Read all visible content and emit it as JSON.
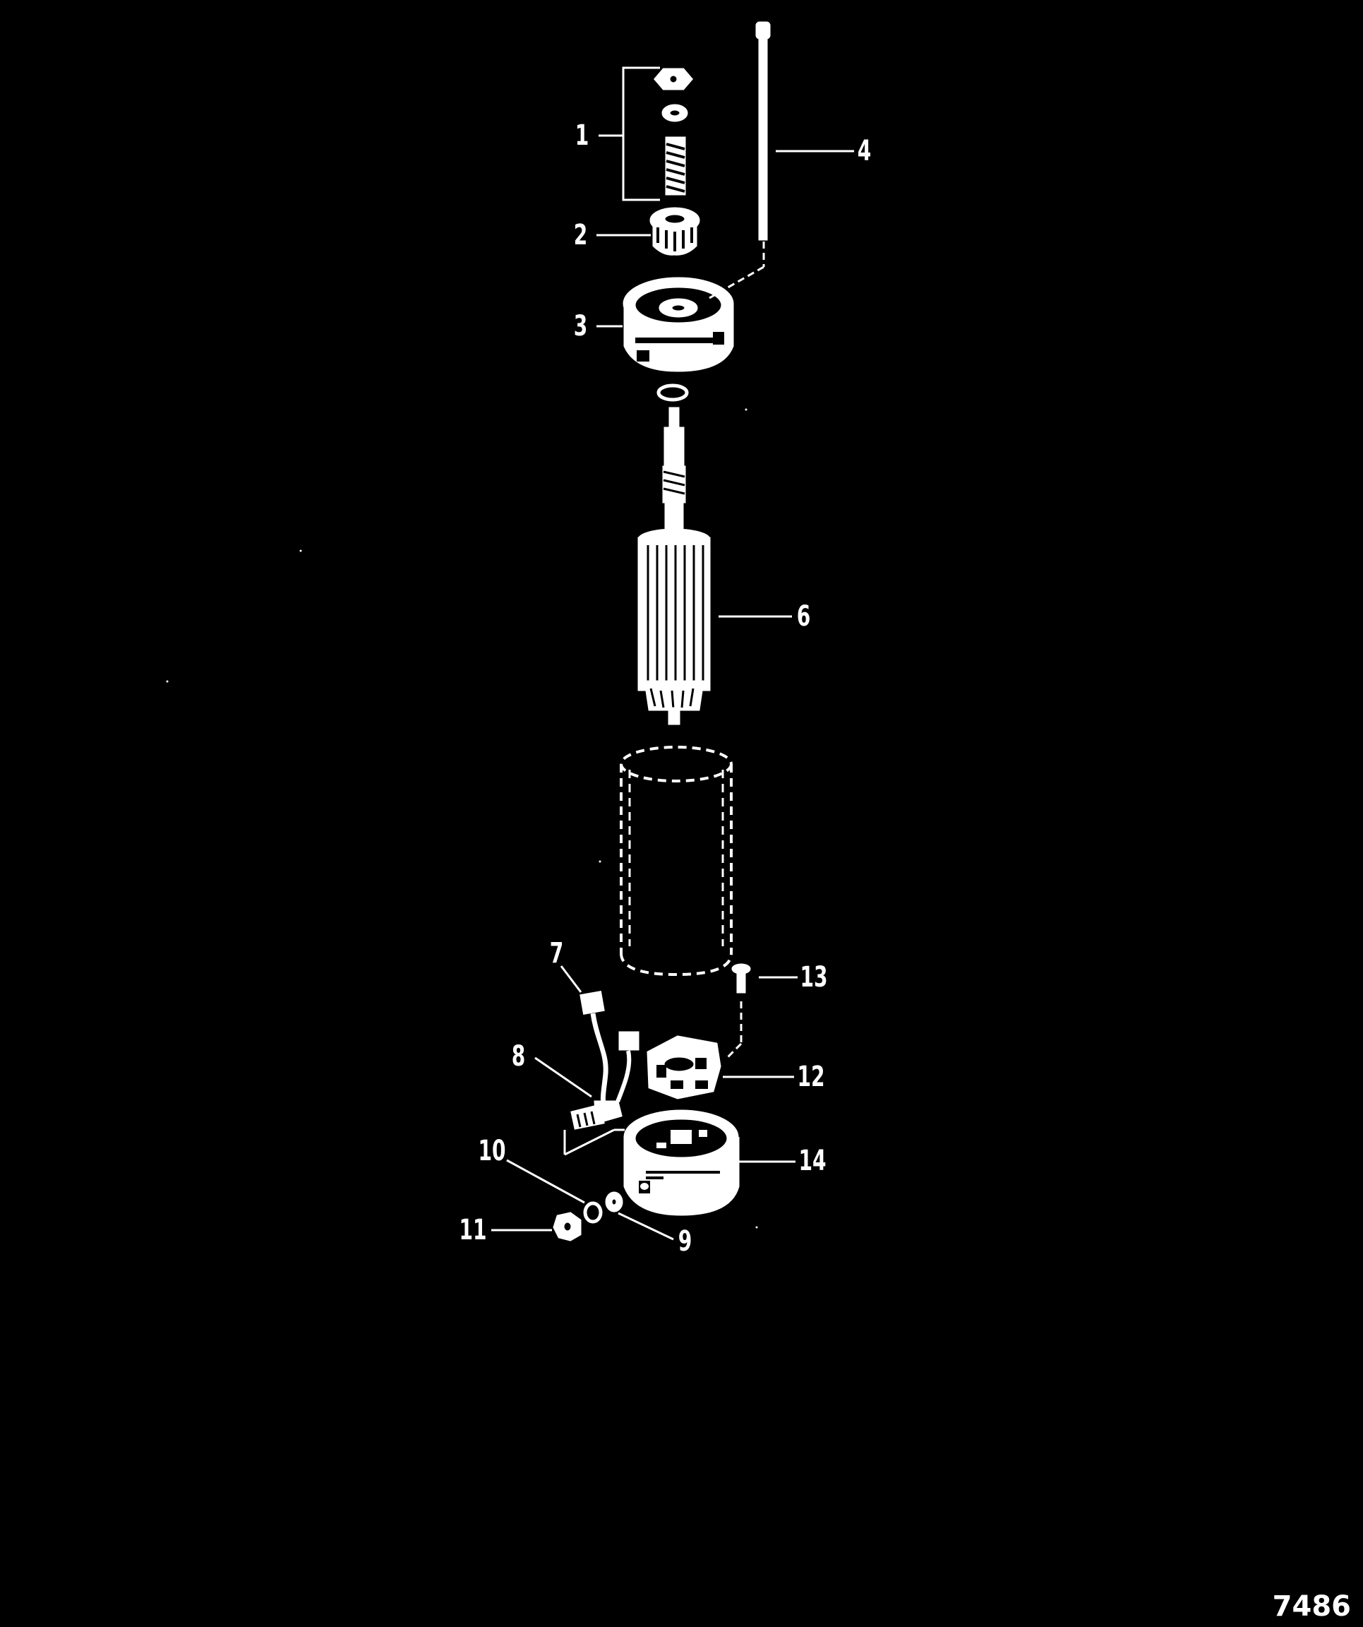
{
  "callouts": [
    {
      "num": "1",
      "part": "drive-spring-assembly"
    },
    {
      "num": "2",
      "part": "drive-pinion"
    },
    {
      "num": "3",
      "part": "drive-end-cap"
    },
    {
      "num": "4",
      "part": "through-bolt"
    },
    {
      "num": "6",
      "part": "armature"
    },
    {
      "num": "7",
      "part": "brush"
    },
    {
      "num": "8",
      "part": "terminal-stud-and-brush-lead"
    },
    {
      "num": "9",
      "part": "washer"
    },
    {
      "num": "10",
      "part": "lock-washer"
    },
    {
      "num": "11",
      "part": "nut"
    },
    {
      "num": "12",
      "part": "brush-holder"
    },
    {
      "num": "13",
      "part": "screw"
    },
    {
      "num": "14",
      "part": "commutator-end-cap"
    }
  ],
  "figure_number": "7486",
  "colors": {
    "background": "#000000",
    "line": "#ffffff"
  }
}
